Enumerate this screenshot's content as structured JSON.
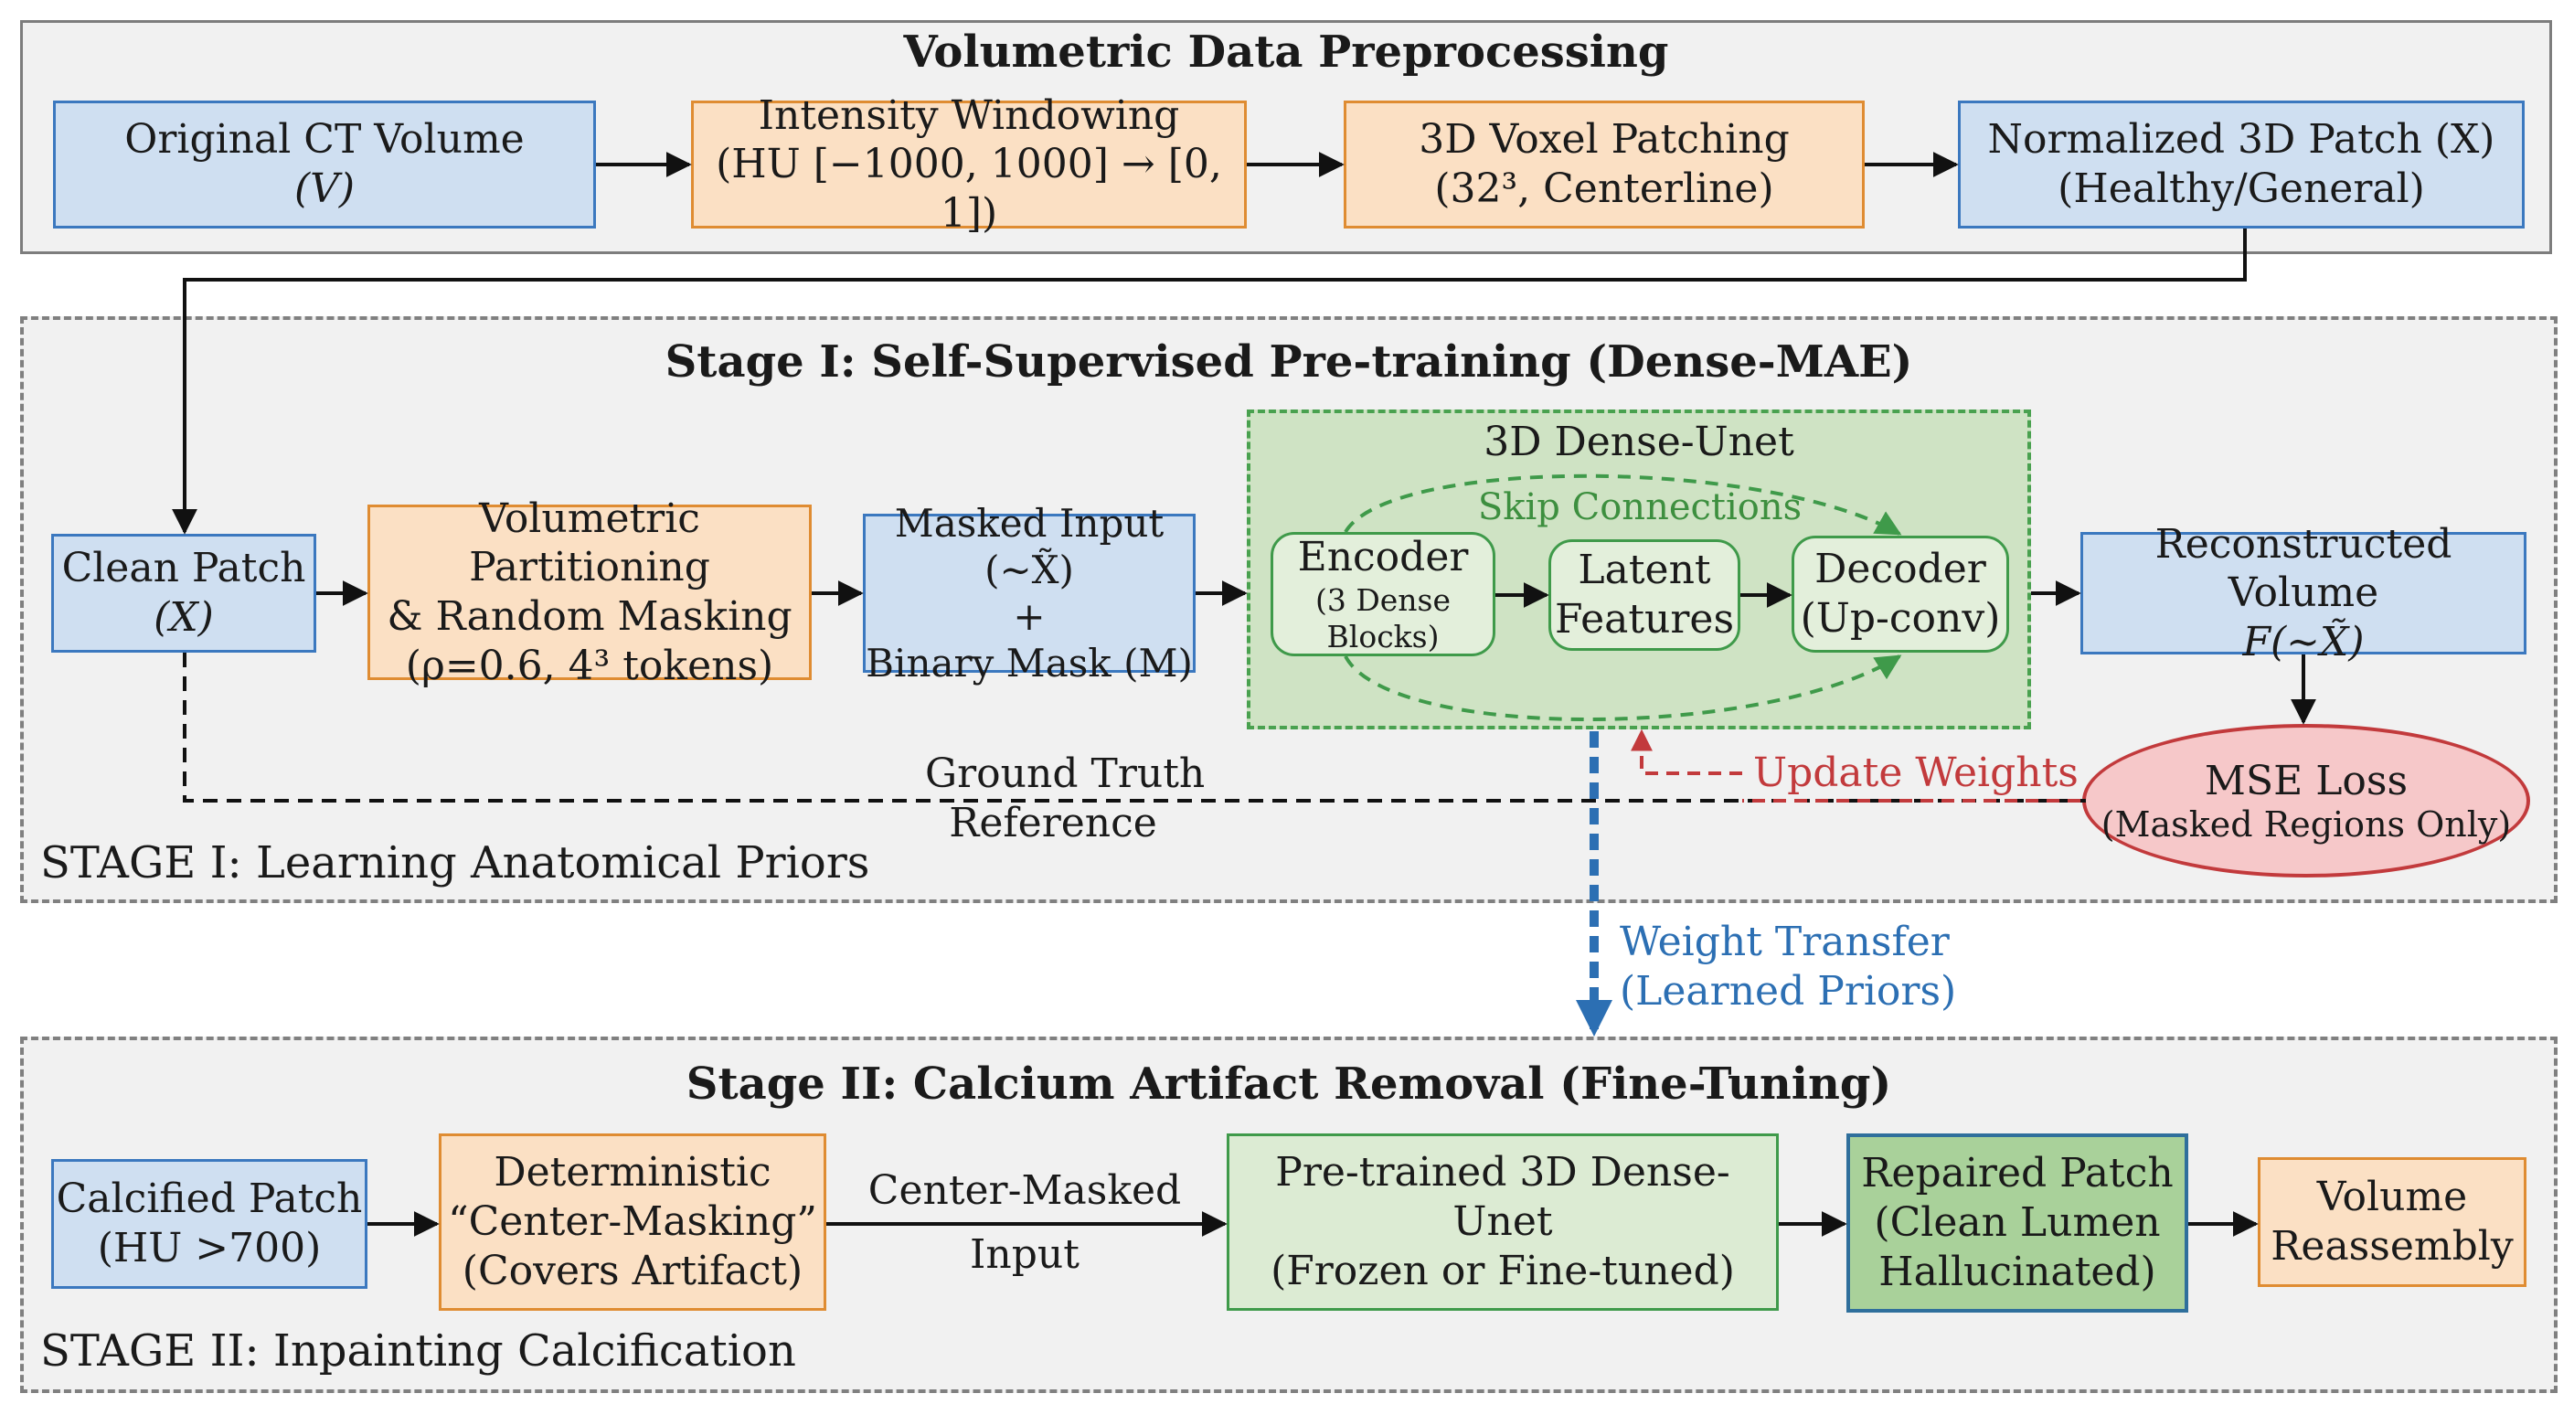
{
  "preprocessing": {
    "title": "Volumetric Data Preprocessing",
    "original_line1": "Original CT Volume",
    "original_line2": "(V)",
    "windowing_line1": "Intensity Windowing",
    "windowing_line2": "(HU [−1000, 1000] → [0, 1])",
    "patching_line1": "3D Voxel Patching",
    "patching_line2": "(32³, Centerline)",
    "normalized_line1": "Normalized 3D Patch (X)",
    "normalized_line2": "(Healthy/General)"
  },
  "stage1": {
    "title": "Stage I: Self-Supervised Pre-training (Dense-MAE)",
    "clean_line1": "Clean Patch",
    "clean_line2": "(X)",
    "partition_line1": "Volumetric Partitioning",
    "partition_line2": "& Random Masking",
    "partition_line3": "(ρ=0.6, 4³ tokens)",
    "masked_line1": "Masked Input (~X̃)",
    "masked_line2": "+",
    "masked_line3": "Binary Mask (M)",
    "unet_title": "3D Dense-Unet",
    "skip": "Skip Connections",
    "encoder_line1": "Encoder",
    "encoder_line2": "(3 Dense",
    "encoder_line3": "Blocks)",
    "latent_line1": "Latent",
    "latent_line2": "Features",
    "decoder_line1": "Decoder",
    "decoder_line2": "(Up-conv)",
    "recon_line1": "Reconstructed Volume",
    "recon_line2": "F(~X̃)",
    "mse_line1": "MSE Loss",
    "mse_line2": "(Masked Regions Only)",
    "update": "Update Weights",
    "gt_line1": "Ground Truth",
    "gt_line2": "Reference",
    "footer": "STAGE I: Learning Anatomical Priors"
  },
  "transfer": {
    "line1": "Weight Transfer",
    "line2": "(Learned Priors)"
  },
  "stage2": {
    "title": "Stage II: Calcium Artifact Removal (Fine-Tuning)",
    "calcified_line1": "Calcified Patch",
    "calcified_line2": "(HU >700)",
    "det_line1": "Deterministic",
    "det_line2": "“Center-Masking”",
    "det_line3": "(Covers Artifact)",
    "cm_line1": "Center-Masked",
    "cm_line2": "Input",
    "pretrained_line1": "Pre-trained 3D Dense-Unet",
    "pretrained_line2": "(Frozen or Fine-tuned)",
    "repaired_line1": "Repaired Patch",
    "repaired_line2": "(Clean Lumen",
    "repaired_line3": "Hallucinated)",
    "reassembly_line1": "Volume",
    "reassembly_line2": "Reassembly",
    "footer": "STAGE II: Inpainting Calcification"
  },
  "colors": {
    "blue_fill": "#cfdff1",
    "blue_border": "#3b78bf",
    "orange_fill": "#fbe0c4",
    "orange_border": "#df8c32",
    "green_fill": "#dcebd3",
    "green_border": "#3f9a4a",
    "loss_fill": "#f6c8c9",
    "loss_border": "#c23a3c",
    "transfer_arrow": "#2c6fb3",
    "update_arrow": "#c23a3c"
  }
}
